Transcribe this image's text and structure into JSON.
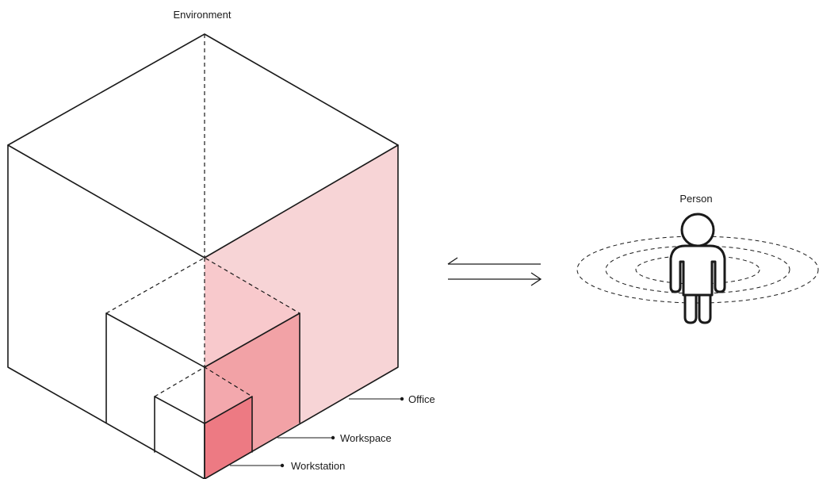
{
  "labels": {
    "environment": "Environment",
    "person": "Person",
    "office": "Office",
    "workspace": "Workspace",
    "workstation": "Workstation"
  },
  "colors": {
    "line": "#1a1a1a",
    "office_fill": "#f7d4d6",
    "workspace_fill": "#f2a2a6",
    "workstation_fill": "#ed7a83",
    "background": "#ffffff"
  },
  "icons": {
    "exchange": "double-arrow-icon",
    "person": "person-icon"
  }
}
